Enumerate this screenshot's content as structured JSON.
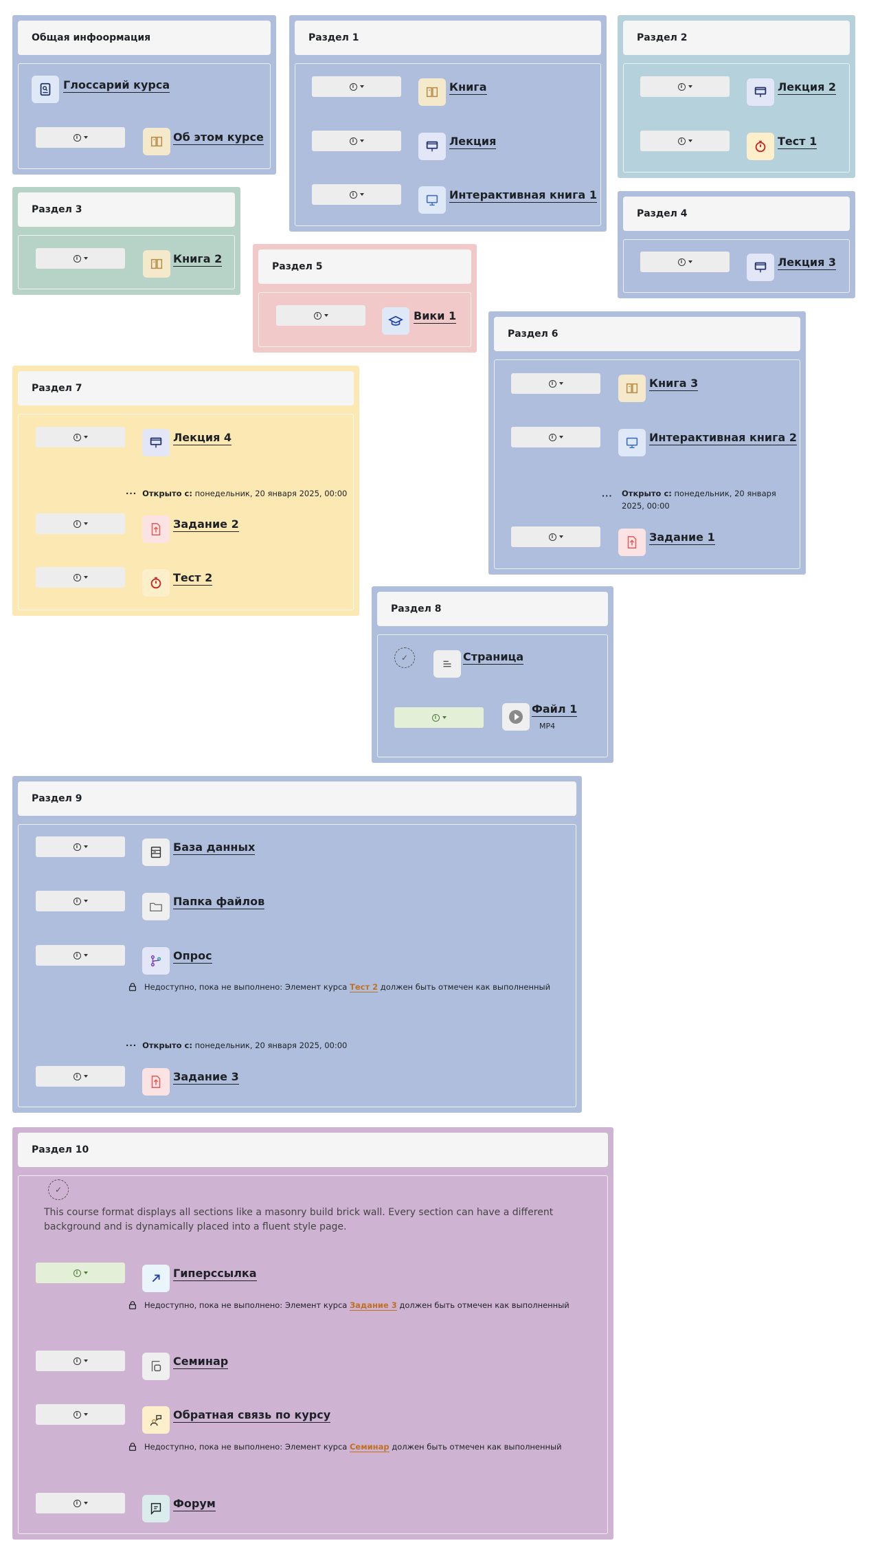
{
  "colors": {
    "section_blue": "#afbedc",
    "section_teal": "#b4d1dc",
    "section_green": "#b7d3c7",
    "section_pink": "#f1c9c9",
    "section_yellow": "#fbe8b3",
    "section_purple": "#cfb3d2",
    "restriction_link": "#c0711f"
  },
  "general": {
    "title": "Общая инфоормация",
    "glossary": "Глоссарий курса",
    "about": "Об этом курсе"
  },
  "s1": {
    "title": "Раздел 1",
    "a1": "Книга",
    "a2": "Лекция",
    "a3": "Интерактивная книга 1"
  },
  "s2": {
    "title": "Раздел 2",
    "a1": "Лекция 2",
    "a2": "Тест 1"
  },
  "s3": {
    "title": "Раздел 3",
    "a1": "Книга 2"
  },
  "s4": {
    "title": "Раздел 4",
    "a1": "Лекция 3"
  },
  "s5": {
    "title": "Раздел 5",
    "a1": "Вики 1"
  },
  "s6": {
    "title": "Раздел 6",
    "a1": "Книга 3",
    "a2": "Интерактивная книга 2",
    "open_label": "Открыто с:",
    "open_date": " понедельник, 20 января 2025, 00:00",
    "a3": "Задание 1"
  },
  "s7": {
    "title": "Раздел 7",
    "a1": "Лекция 4",
    "open_label": "Открыто с:",
    "open_date": " понедельник, 20 января 2025, 00:00",
    "a2": "Задание 2",
    "a3": "Тест 2"
  },
  "s8": {
    "title": "Раздел 8",
    "a1": "Страница",
    "a2": "Файл 1",
    "a2_type": "MP4"
  },
  "s9": {
    "title": "Раздел 9",
    "a1": "База данных",
    "a2": "Папка файлов",
    "a3": "Опрос",
    "restrict_pre": "Недоступно, пока не выполнено: Элемент курса ",
    "restrict_link": "Тест 2",
    "restrict_post": " должен быть отмечен как выполненный",
    "open_label": "Открыто с:",
    "open_date": " понедельник, 20 января 2025, 00:00",
    "a4": "Задание 3"
  },
  "s10": {
    "title": "Раздел 10",
    "description": "This course format displays all sections like a masonry build brick wall. Every section can have a different background and is dynamically placed into a fluent style page.",
    "a1": "Гиперссылка",
    "r1_pre": "Недоступно, пока не выполнено: Элемент курса ",
    "r1_link": "Задание 3",
    "r1_post": " должен быть отмечен как выполненный",
    "a2": "Семинар",
    "a3": "Обратная связь по курсу",
    "r2_pre": "Недоступно, пока не выполнено: Элемент курса ",
    "r2_link": "Семинар",
    "r2_post": " должен быть отмечен как выполненный",
    "a4": "Форум"
  }
}
